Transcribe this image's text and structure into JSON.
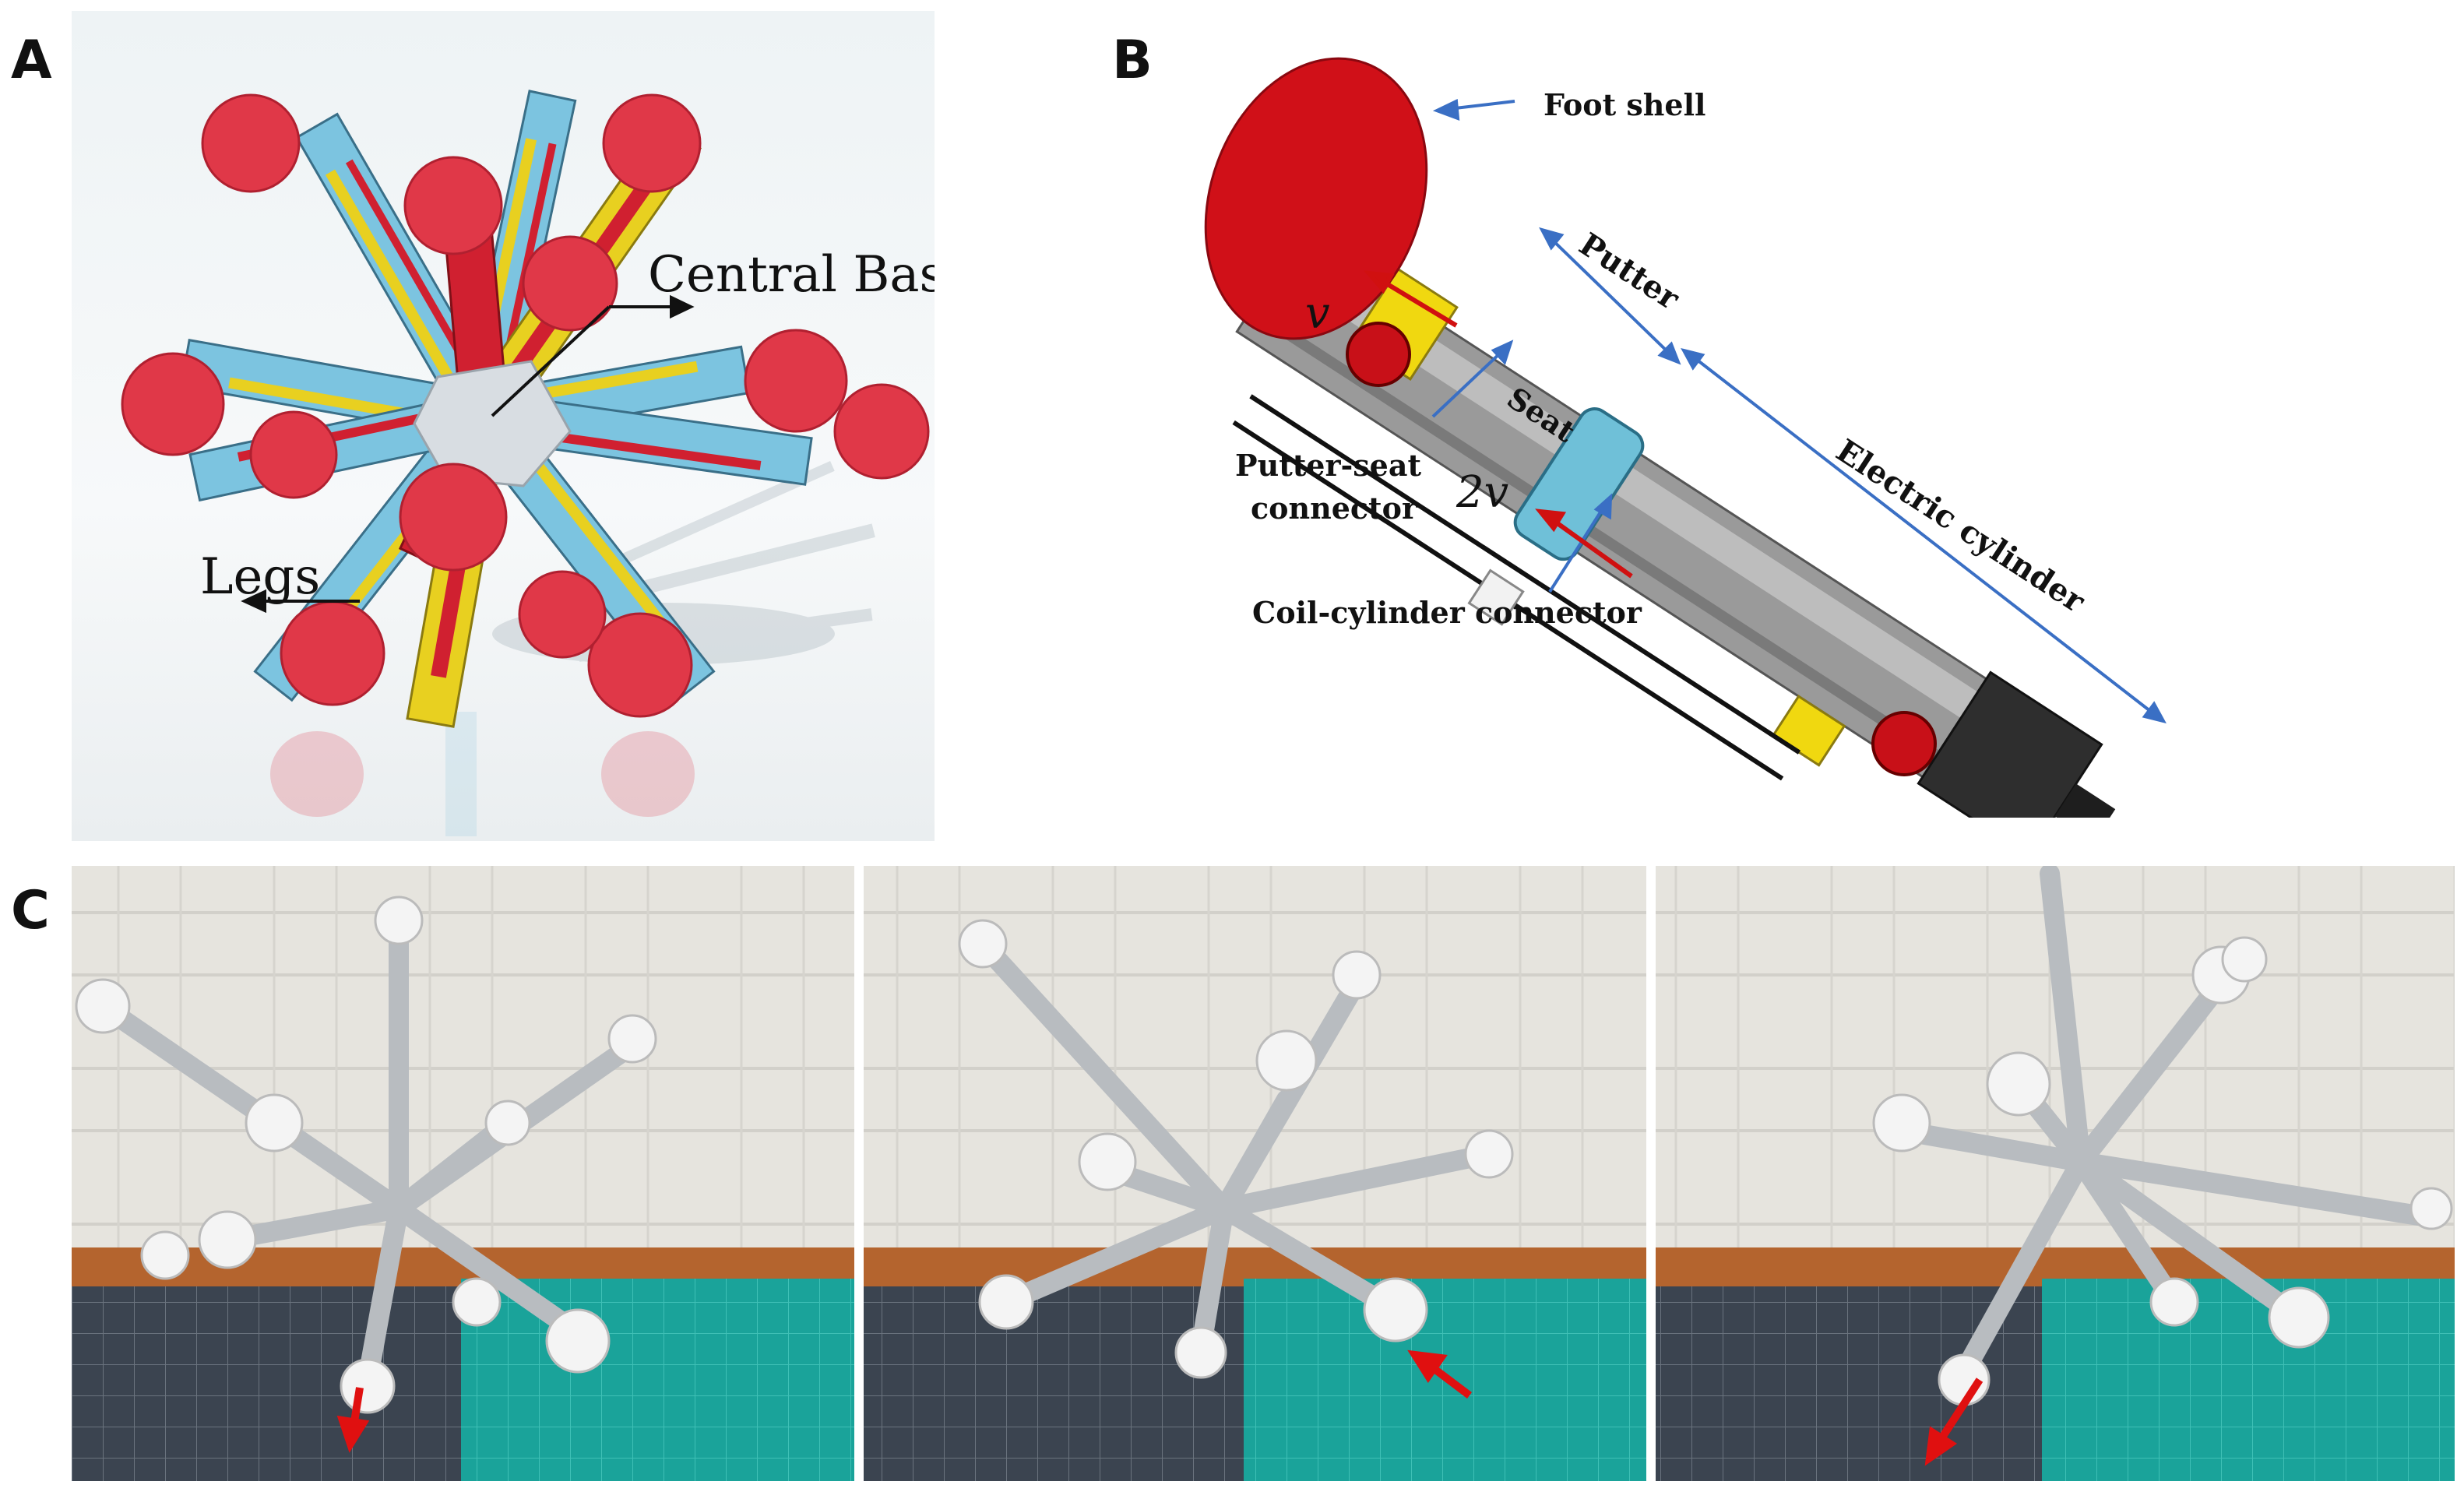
{
  "figure": {
    "panels": {
      "a": {
        "letter": "A",
        "labels": {
          "central_base": "Central Base",
          "legs": "Legs"
        }
      },
      "b": {
        "letter": "B",
        "labels": {
          "foot_shell": "Foot shell",
          "putter": "Putter",
          "seat": "Seat",
          "electric_cylinder": "Electric cylinder",
          "putter_seat_connector_1": "Putter-seat",
          "putter_seat_connector_2": "connector",
          "coil_cylinder_connector": "Coil-cylinder connector",
          "velocity_v": "v",
          "velocity_2v": "2v"
        }
      },
      "c": {
        "letter": "C",
        "frames": 3
      }
    },
    "colors": {
      "foot_red": "#e03040",
      "shell_red": "#d01018",
      "arrow_blue": "#3a6fc4",
      "arrow_red": "#d01010",
      "mat_teal": "#1aa39a",
      "mat_gray": "#3b4450",
      "wall": "#e4e2dc"
    }
  }
}
